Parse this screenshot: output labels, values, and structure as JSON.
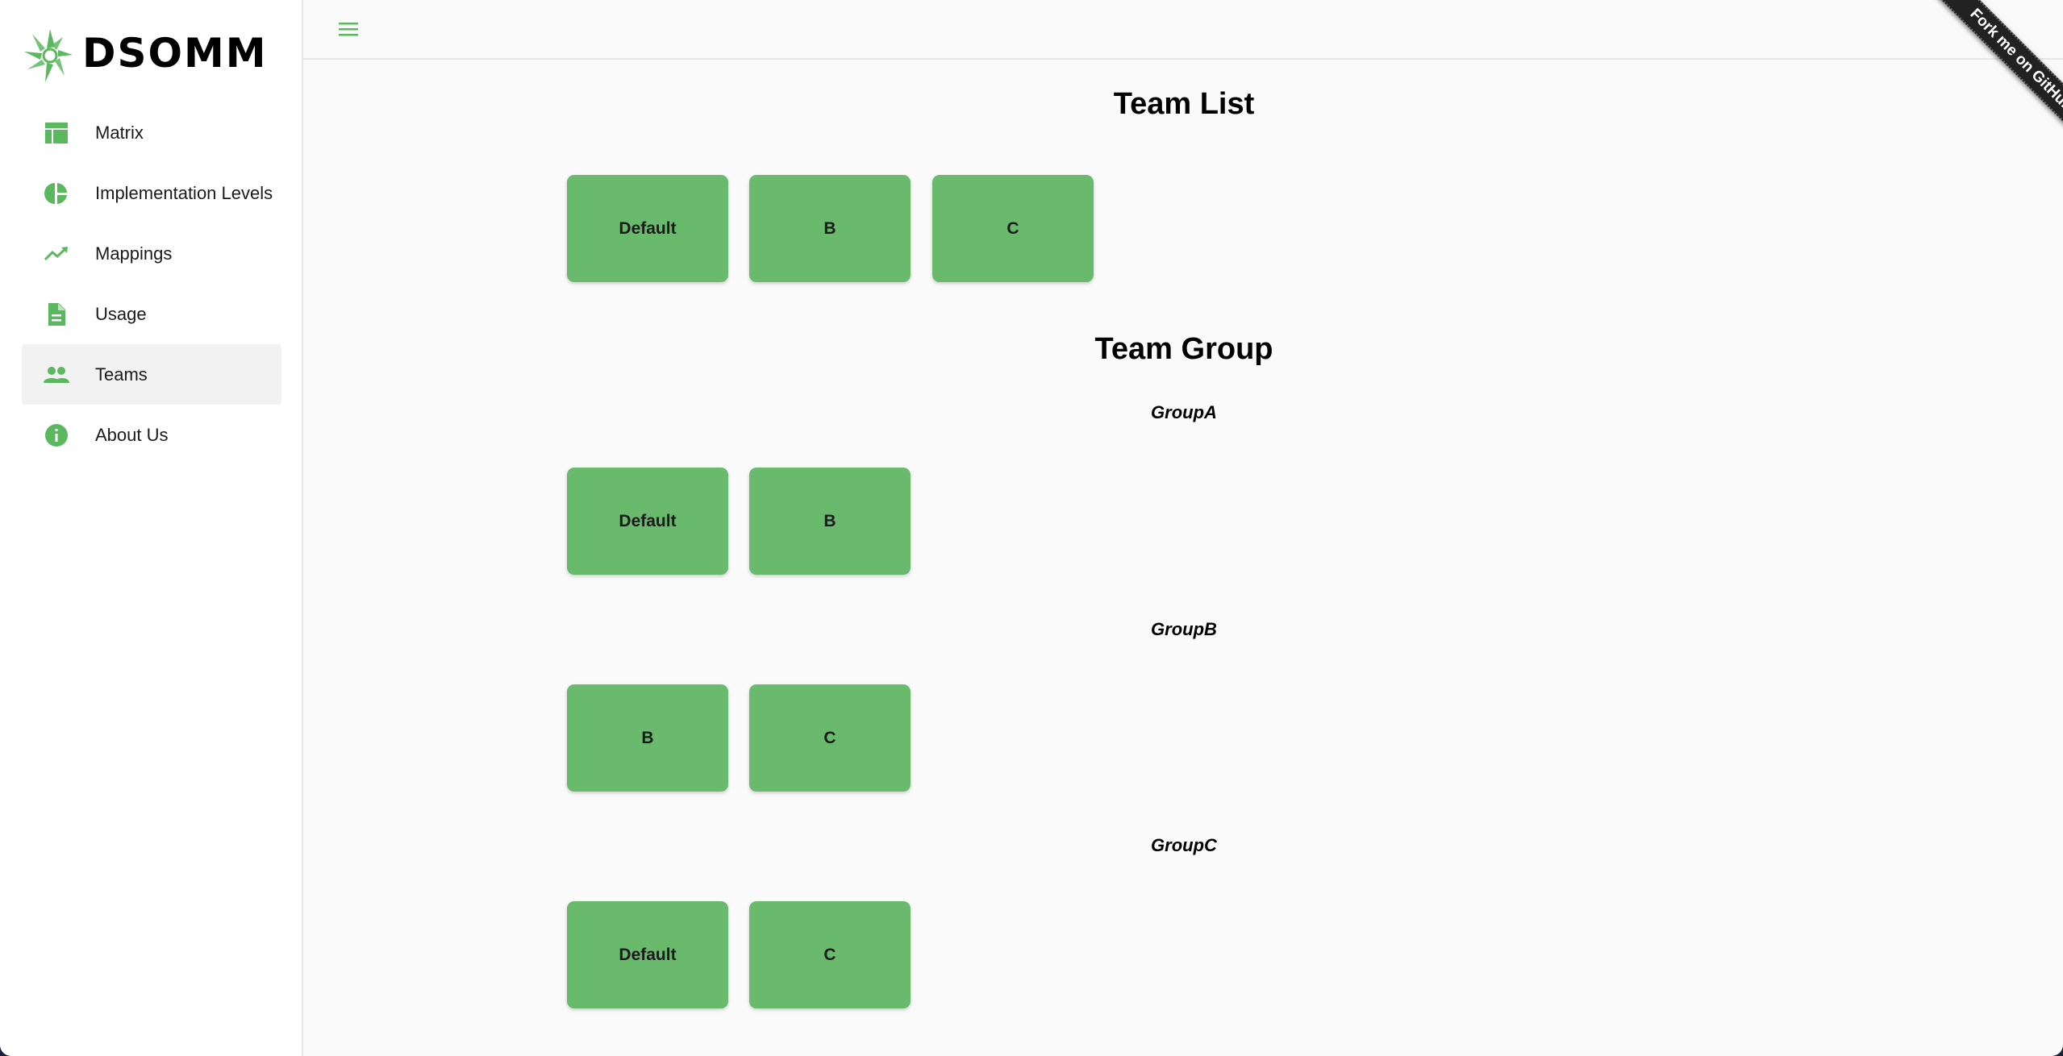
{
  "app": {
    "logo_text": "DSOMM",
    "accent_color": "#6aba6e",
    "icon_color": "#5cb85f"
  },
  "sidebar": {
    "items": [
      {
        "label": "Matrix",
        "icon": "table-icon",
        "active": false
      },
      {
        "label": "Implementation Levels",
        "icon": "pie-chart-icon",
        "active": false
      },
      {
        "label": "Mappings",
        "icon": "trending-up-icon",
        "active": false
      },
      {
        "label": "Usage",
        "icon": "document-icon",
        "active": false
      },
      {
        "label": "Teams",
        "icon": "people-icon",
        "active": true
      },
      {
        "label": "About Us",
        "icon": "info-icon",
        "active": false
      }
    ]
  },
  "toolbar": {
    "menu_icon": "menu-icon",
    "ribbon_label": "Fork me on GitHub"
  },
  "main": {
    "team_list": {
      "title": "Team List",
      "teams": [
        "Default",
        "B",
        "C"
      ]
    },
    "team_group": {
      "title": "Team Group",
      "groups": [
        {
          "name": "GroupA",
          "teams": [
            "Default",
            "B"
          ]
        },
        {
          "name": "GroupB",
          "teams": [
            "B",
            "C"
          ]
        },
        {
          "name": "GroupC",
          "teams": [
            "Default",
            "C"
          ]
        }
      ]
    }
  }
}
